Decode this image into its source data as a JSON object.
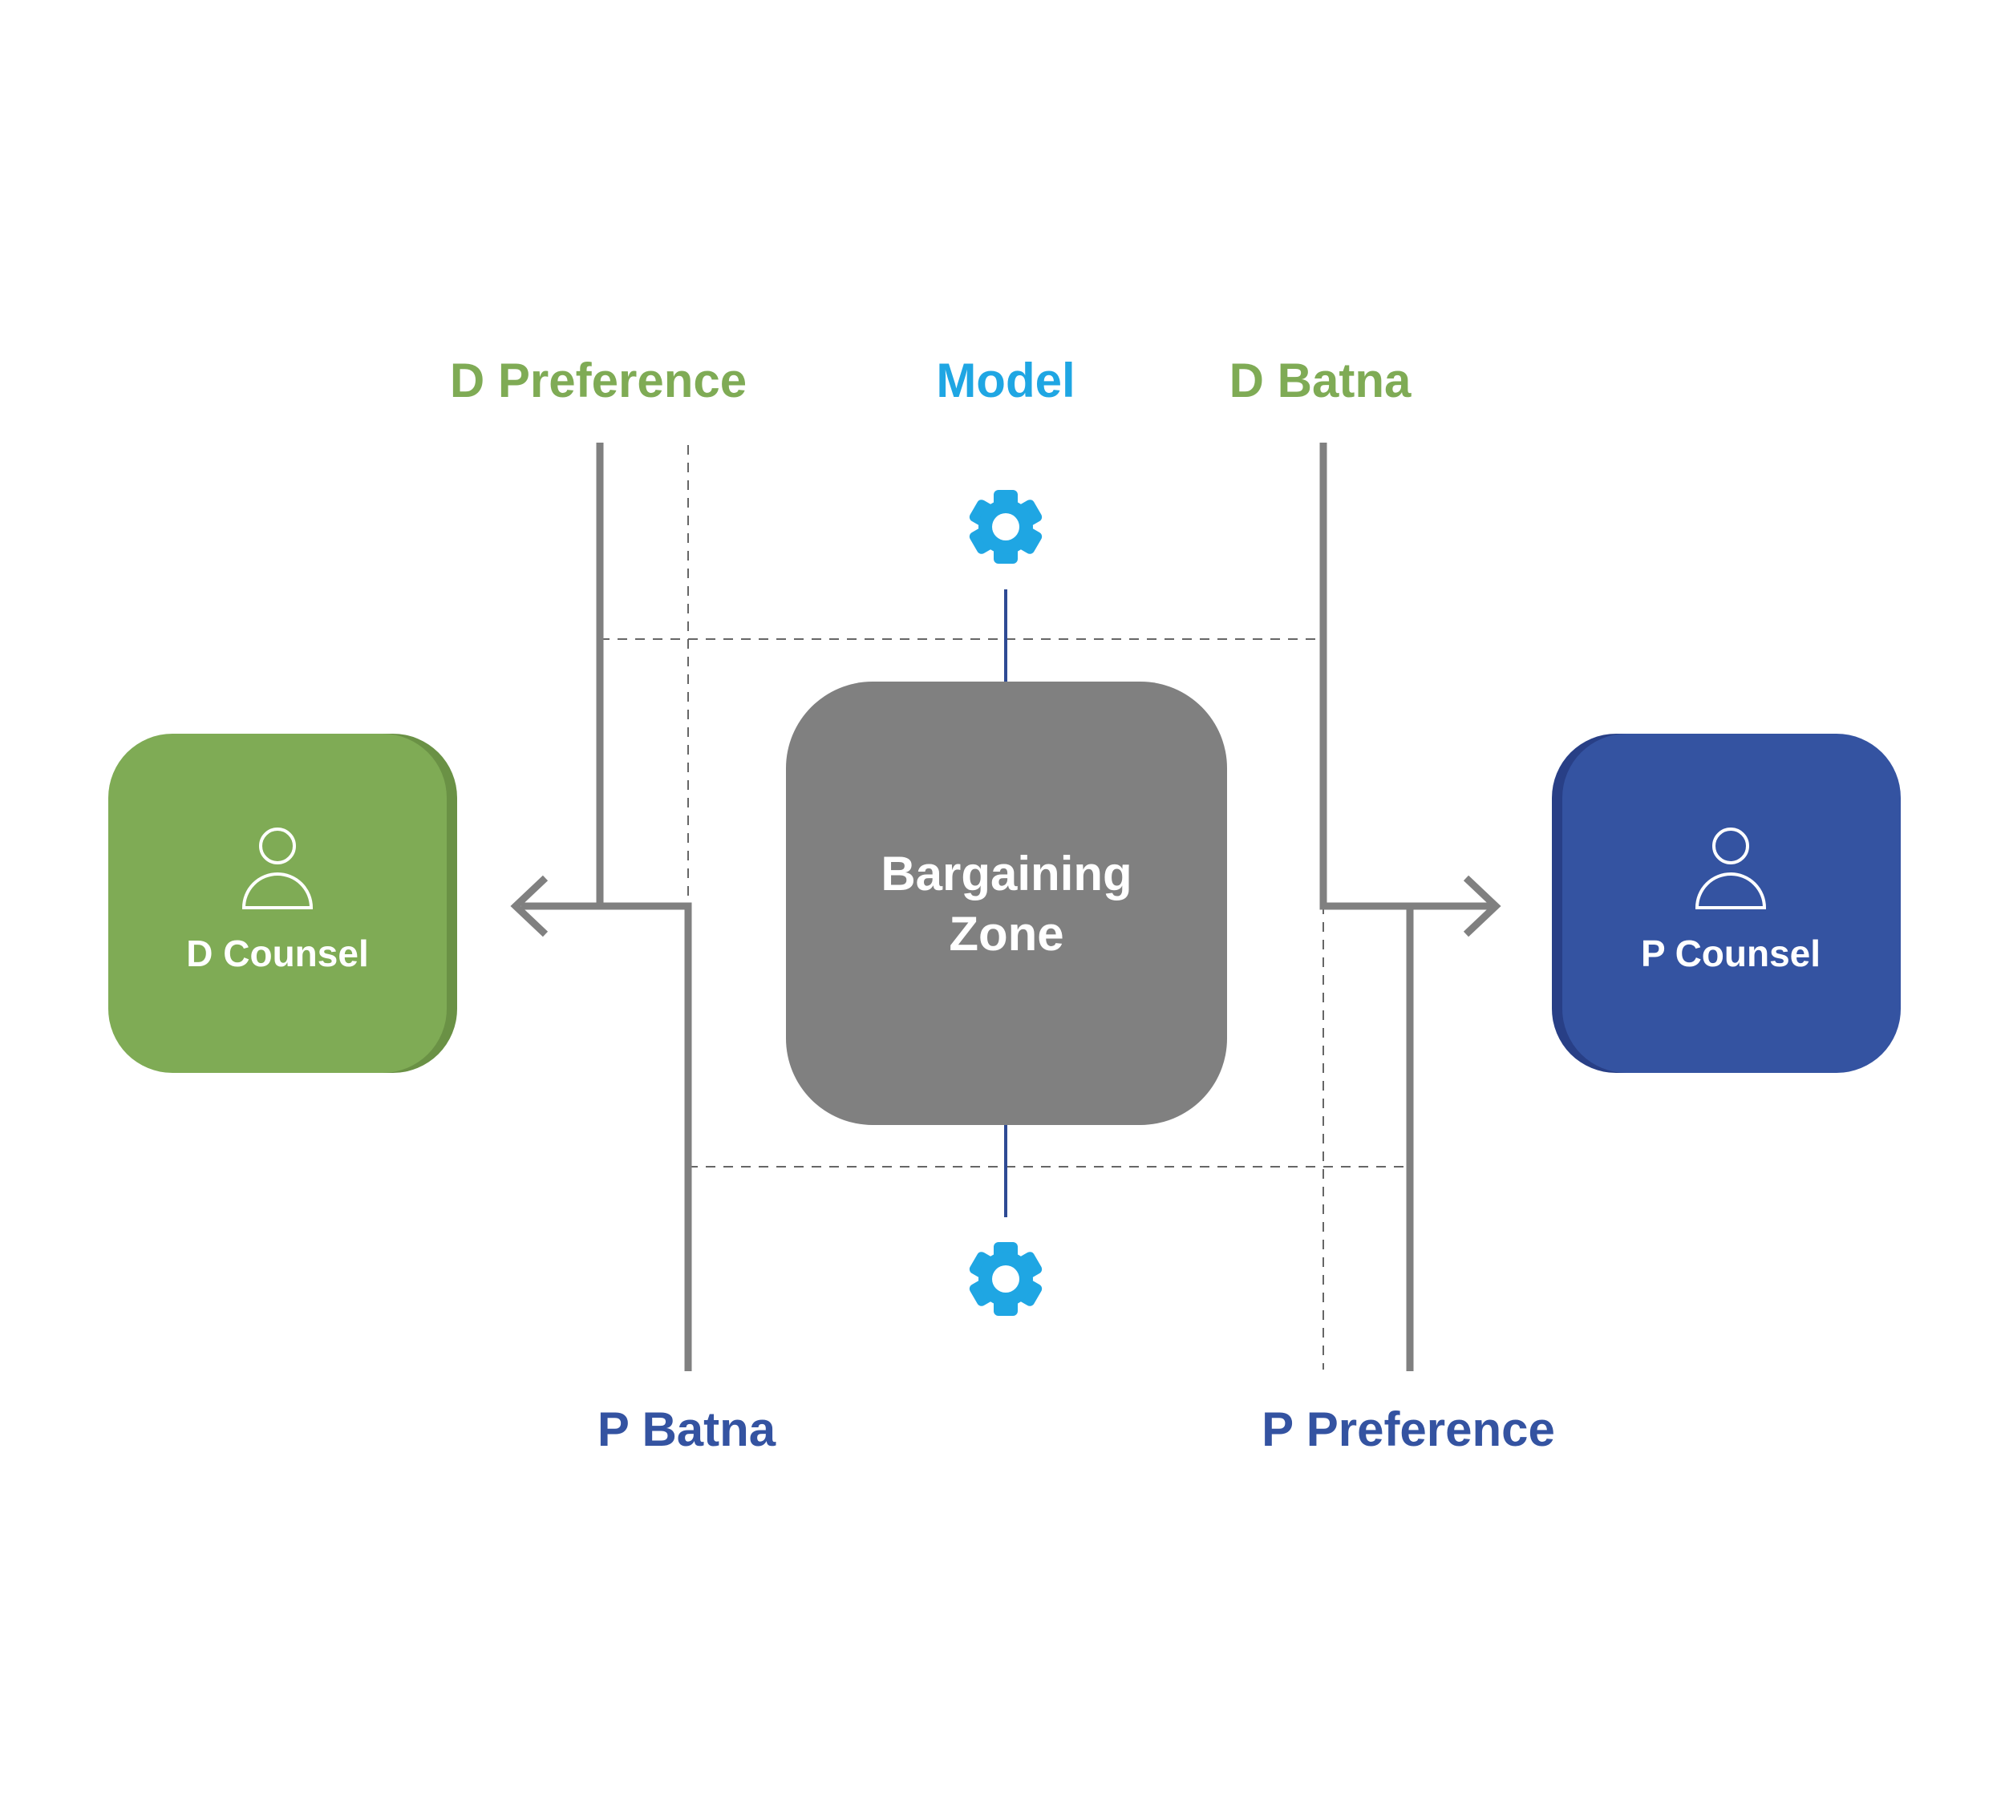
{
  "labels": {
    "d_preference": "D Preference",
    "model": "Model",
    "d_batna": "D Batna",
    "p_batna": "P Batna",
    "p_preference": "P Preference"
  },
  "nodes": {
    "d_counsel": "D Counsel",
    "p_counsel": "P Counsel",
    "zone_line1": "Bargaining",
    "zone_line2": "Zone"
  },
  "icons": {
    "top_gear": "gear-icon",
    "bottom_gear": "gear-icon",
    "d_person": "user-icon",
    "p_person": "user-icon"
  },
  "colors": {
    "green": "#7fab55",
    "green_shadow": "#6a9145",
    "blue": "#3453a1",
    "blue_shadow": "#283f86",
    "gray_box": "#808080",
    "gray_line": "#808080",
    "gear": "#1fa6e3",
    "connector": "#2e4a94",
    "dash": "#666666"
  }
}
